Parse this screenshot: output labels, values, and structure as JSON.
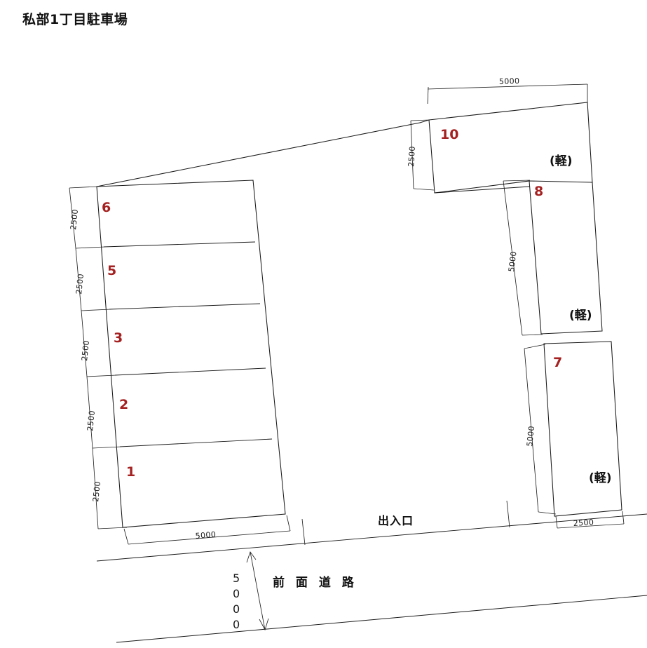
{
  "title": "私部1丁目駐車場",
  "colors": {
    "stall_number": "#a52121",
    "line": "#1a1a1a",
    "background": "#ffffff"
  },
  "left_block": {
    "stalls": [
      {
        "number": "6"
      },
      {
        "number": "5"
      },
      {
        "number": "3"
      },
      {
        "number": "2"
      },
      {
        "number": "1"
      }
    ],
    "depth_dims": [
      "2500",
      "2500",
      "2500",
      "2500",
      "2500"
    ],
    "width_dim": "5000"
  },
  "right_block": {
    "stalls": [
      {
        "number": "10",
        "kei": "(軽)"
      },
      {
        "number": "8",
        "kei": "(軽)"
      },
      {
        "number": "7",
        "kei": "(軽)"
      }
    ],
    "top_width_dim": "5000",
    "stall10_depth_dim": "2500",
    "stall8_depth_dim": "5000",
    "stall7_depth_dim": "5000",
    "stall7_width_dim": "2500"
  },
  "road": {
    "entrance_label": "出入口",
    "frontage_label": "前 面 道 路",
    "width_dim": "5000",
    "width_dim_digits": [
      "5",
      "0",
      "0",
      "0"
    ]
  }
}
